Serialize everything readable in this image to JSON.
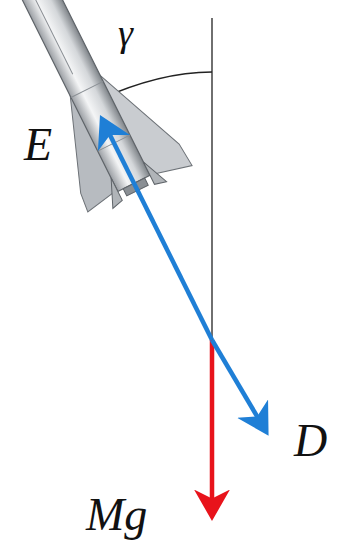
{
  "diagram": {
    "labels": [
      "γ",
      "E",
      "D",
      "Mg"
    ]
  }
}
